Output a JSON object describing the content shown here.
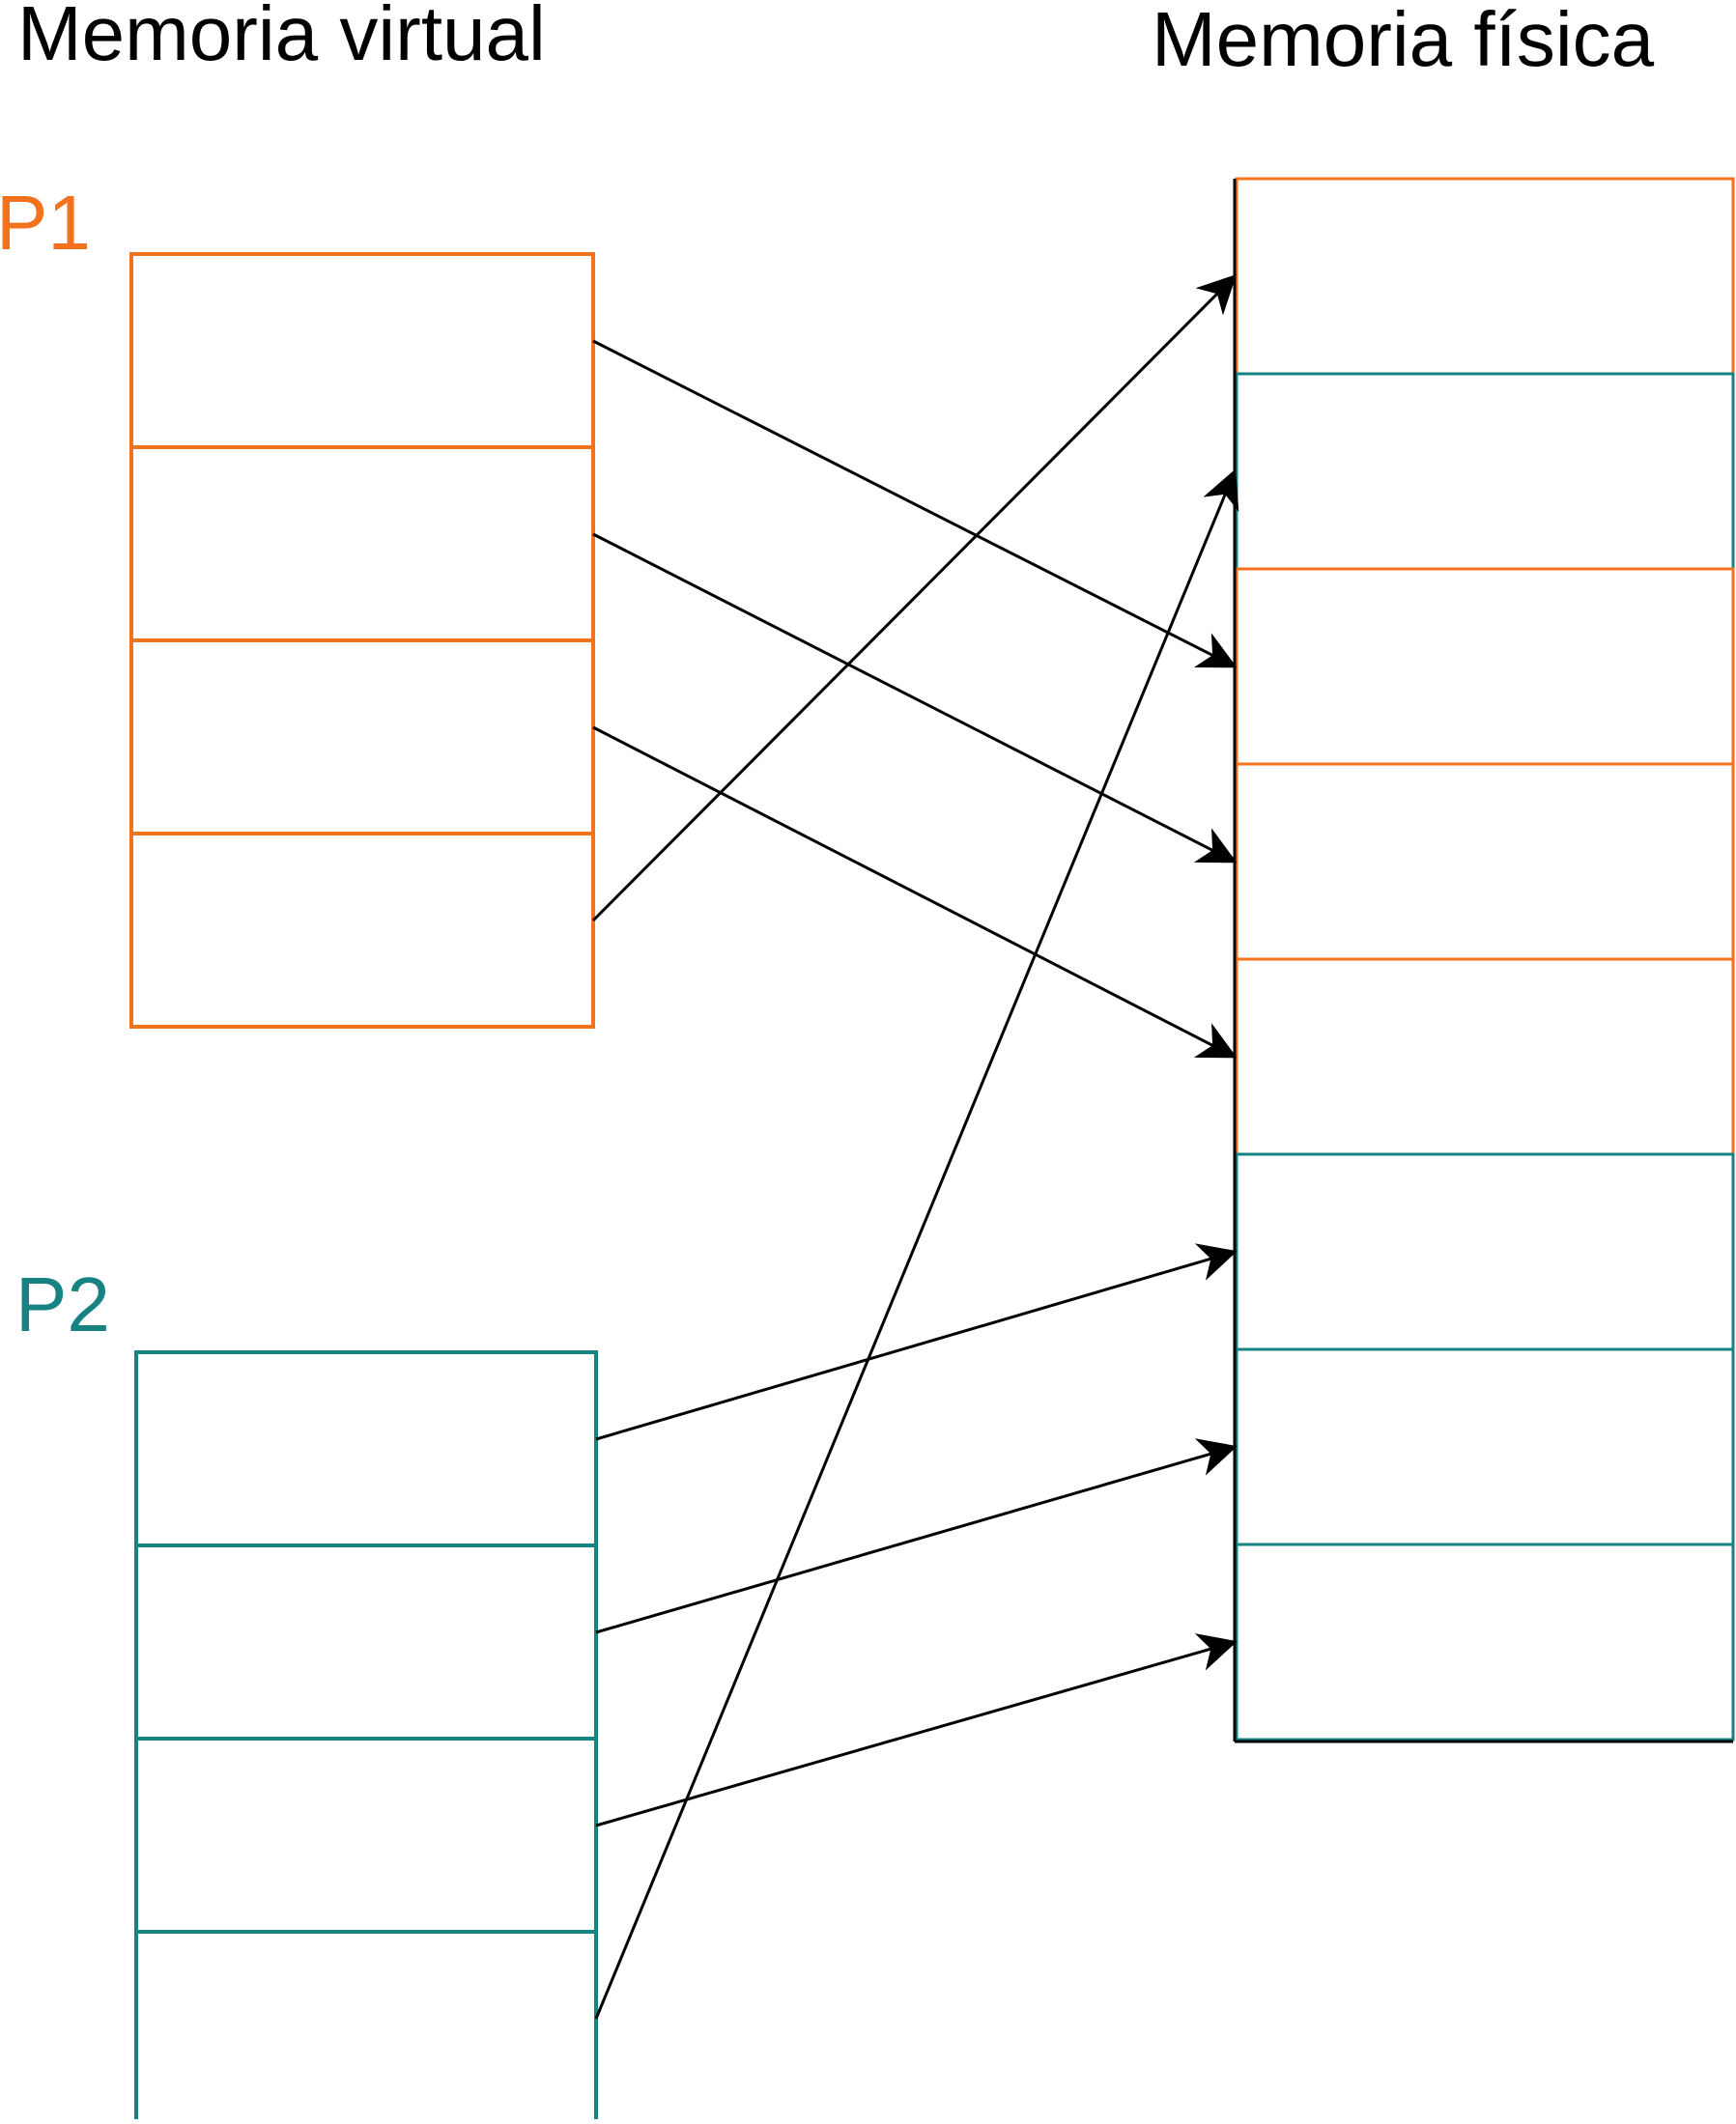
{
  "titles": {
    "virtual": "Memoria virtual",
    "physical": "Memoria física"
  },
  "processes": {
    "p1": {
      "label": "P1",
      "pages": 4
    },
    "p2": {
      "label": "P2",
      "pages": 4
    }
  },
  "physical_memory": {
    "frames": 8,
    "frame_owner": [
      "p1",
      "p2",
      "p1",
      "p1",
      "p1",
      "p2",
      "p2",
      "p2"
    ]
  },
  "mappings": [
    {
      "process": "p1",
      "page": 0,
      "frame": 2
    },
    {
      "process": "p1",
      "page": 1,
      "frame": 3
    },
    {
      "process": "p1",
      "page": 2,
      "frame": 4
    },
    {
      "process": "p1",
      "page": 3,
      "frame": 0
    },
    {
      "process": "p2",
      "page": 0,
      "frame": 5
    },
    {
      "process": "p2",
      "page": 1,
      "frame": 6
    },
    {
      "process": "p2",
      "page": 2,
      "frame": 7
    },
    {
      "process": "p2",
      "page": 3,
      "frame": 1
    }
  ],
  "colors": {
    "p1": "#F2721E",
    "p2": "#178282",
    "arrow": "#000000",
    "text": "#000000"
  }
}
